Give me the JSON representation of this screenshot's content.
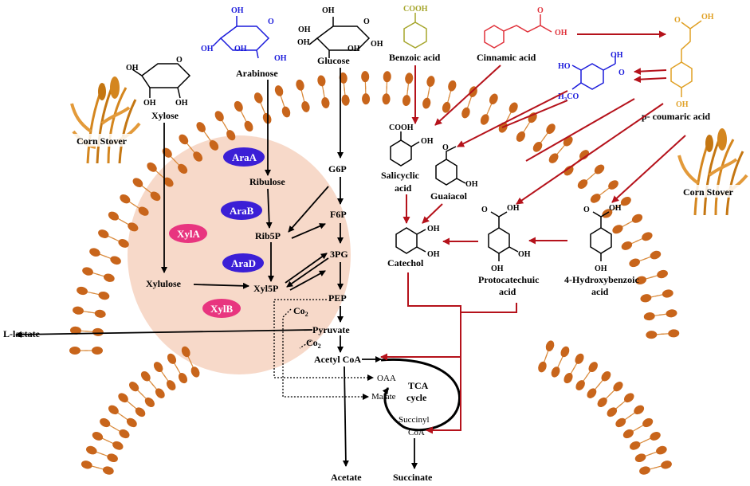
{
  "sugars": {
    "xylose": "Xylose",
    "arabinose": "Arabinose",
    "glucose": "Glucose"
  },
  "aromatics": {
    "benzoic_acid": "Benzoic acid",
    "cinnamic_acid": "Cinnamic acid",
    "p_coumaric_acid": "p- coumaric acid",
    "salicyclic_acid_line1": "Salicyclic",
    "salicyclic_acid_line2": "acid",
    "guaiacol": "Guaiacol",
    "catechol": "Catechol",
    "protocatechuic_line1": "Protocatechuic",
    "protocatechuic_line2": "acid",
    "hydroxybenzoic_line1": "4-Hydroxybenzoic",
    "hydroxybenzoic_line2": "acid"
  },
  "biomass": {
    "corn_stover_left": "Corn Stover",
    "corn_stover_right": "Corn Stover"
  },
  "enzymes": {
    "araA": "AraA",
    "araB": "AraB",
    "araD": "AraD",
    "xylA": "XylA",
    "xylB": "XylB"
  },
  "intermediates": {
    "ribulose": "Ribulose",
    "rib5p": "Rib5P",
    "xylulose": "Xylulose",
    "xyl5p": "Xyl5P",
    "g6p": "G6P",
    "f6p": "F6P",
    "pg3": "3PG",
    "pep": "PEP",
    "pyruvate": "Pyruvate",
    "acetyl_coa": "Acetyl CoA",
    "co2_1": "Co",
    "co2_2": "Co",
    "co2_sub": "2",
    "oaa": "OAA",
    "malate": "Malate",
    "succinyl_line1": "Succinyl",
    "succinyl_line2": "CoA",
    "tca_line1": "TCA",
    "tca_line2": "cycle"
  },
  "products": {
    "l_lactate": "L-lactate",
    "acetate": "Acetate",
    "succinate": "Succinate"
  },
  "chem_labels": {
    "oh": "OH",
    "o": "O",
    "cooh": "COOH",
    "ho": "HO",
    "h3co": "H",
    "h3co_sub": "3",
    "h3co_tail": "CO"
  },
  "colors": {
    "membrane": "#c8651b",
    "membrane_tail": "#d9893a",
    "cytoplasm": "#f7d9c9",
    "enzyme_blue": "#3b1fd6",
    "enzyme_pink": "#e8357f",
    "aromatic_arrow": "#b5121b",
    "sugar_blue": "#1a1adb",
    "benzoic": "#a5a52a",
    "cinnamic": "#e0313a",
    "coumaric": "#e0a024"
  }
}
